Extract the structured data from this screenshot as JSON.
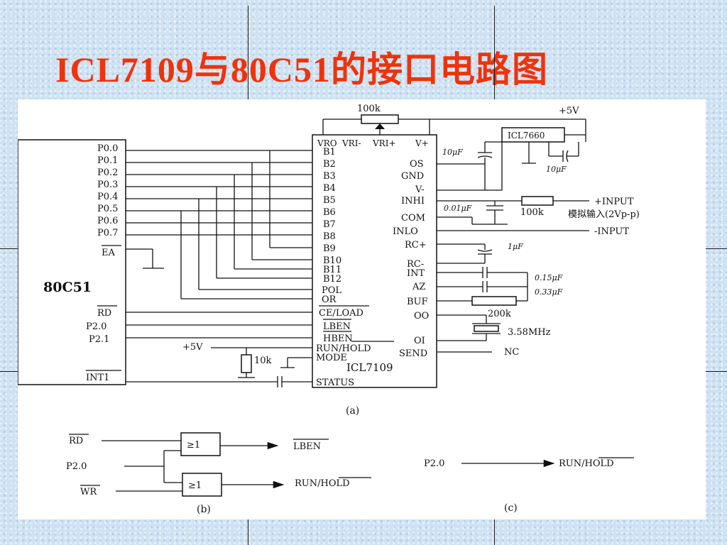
{
  "slide": {
    "title": "ICL7109与80C51的接口电路图"
  },
  "fig_a": {
    "caption": "(a)",
    "mcu": {
      "name": "80C51",
      "port0": [
        "P0.0",
        "P0.1",
        "P0.2",
        "P0.3",
        "P0.4",
        "P0.5",
        "P0.6",
        "P0.7"
      ],
      "ea": "EA",
      "rd": "RD",
      "p20": "P2.0",
      "p21": "P2.1",
      "int1": "INT1"
    },
    "adc": {
      "name": "ICL7109",
      "top_pins": {
        "vro": "VRO",
        "vri_minus": "VRI-",
        "vri_plus": "VRI+",
        "vplus": "V+"
      },
      "b_pins": [
        "B1",
        "B2",
        "B3",
        "B4",
        "B5",
        "B6",
        "B7",
        "B8",
        "B9",
        "B10",
        "B11",
        "B12"
      ],
      "left_pins": {
        "pol": "POL",
        "or": "OR",
        "ce_load": "CE/LOAD",
        "lben": "LBEN",
        "hben": "HBEN",
        "run_hold": "RUN/HOLD",
        "mode": "MODE",
        "status": "STATUS"
      },
      "right_pins": [
        "OS",
        "GND",
        "V-",
        "INHI",
        "COM",
        "INLO",
        "RC+",
        "RC-",
        "INT",
        "AZ",
        "BUF",
        "OO",
        "OI",
        "SEND"
      ]
    },
    "components": {
      "pot_top": "100k",
      "vplus_supply": "+5V",
      "icl7660": "ICL7660",
      "cap_10uF_a": "10μF",
      "cap_10uF_b": "10μF",
      "cap_001uF": "0.01μF",
      "r_input": "100k",
      "plus_input": "+INPUT",
      "analog_input": "模拟输入(2Vp-p)",
      "minus_input": "-INPUT",
      "cap_1uF": "1μF",
      "cap_015uF": "0.15μF",
      "cap_033uF": "0.33μF",
      "r_200k": "200k",
      "crystal": "3.58MHz",
      "send_nc": "NC",
      "mode_supply": "+5V",
      "r_10k": "10k"
    }
  },
  "fig_b": {
    "caption": "(b)",
    "rd": "RD",
    "p20": "P2.0",
    "wr": "WR",
    "gate1": "≥1",
    "gate2": "≥1",
    "out1": "LBEN",
    "out2": "RUN/HOLD"
  },
  "fig_c": {
    "caption": "(c)",
    "p20": "P2.0",
    "out": "RUN/HOLD"
  }
}
